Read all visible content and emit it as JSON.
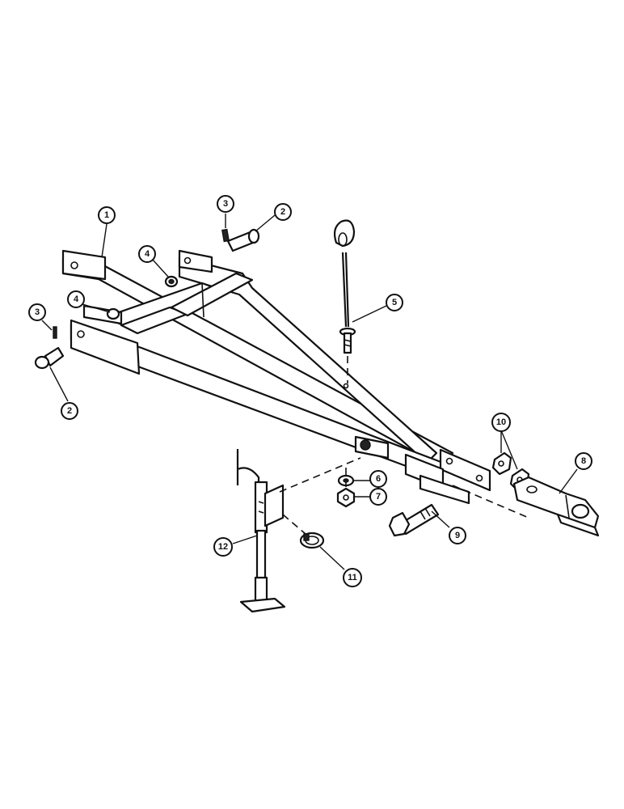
{
  "diagram": {
    "callouts": [
      {
        "id": "c1a",
        "label": "1"
      },
      {
        "id": "c2a",
        "label": "2"
      },
      {
        "id": "c3a",
        "label": "3"
      },
      {
        "id": "c4a",
        "label": "4"
      },
      {
        "id": "c5a",
        "label": "5"
      },
      {
        "id": "c4b",
        "label": "4"
      },
      {
        "id": "c3b",
        "label": "3"
      },
      {
        "id": "c2b",
        "label": "2"
      },
      {
        "id": "c10a",
        "label": "10"
      },
      {
        "id": "c8a",
        "label": "8"
      },
      {
        "id": "c6a",
        "label": "6"
      },
      {
        "id": "c7a",
        "label": "7"
      },
      {
        "id": "c9a",
        "label": "9"
      },
      {
        "id": "c12a",
        "label": "12"
      },
      {
        "id": "c11a",
        "label": "11"
      }
    ]
  }
}
